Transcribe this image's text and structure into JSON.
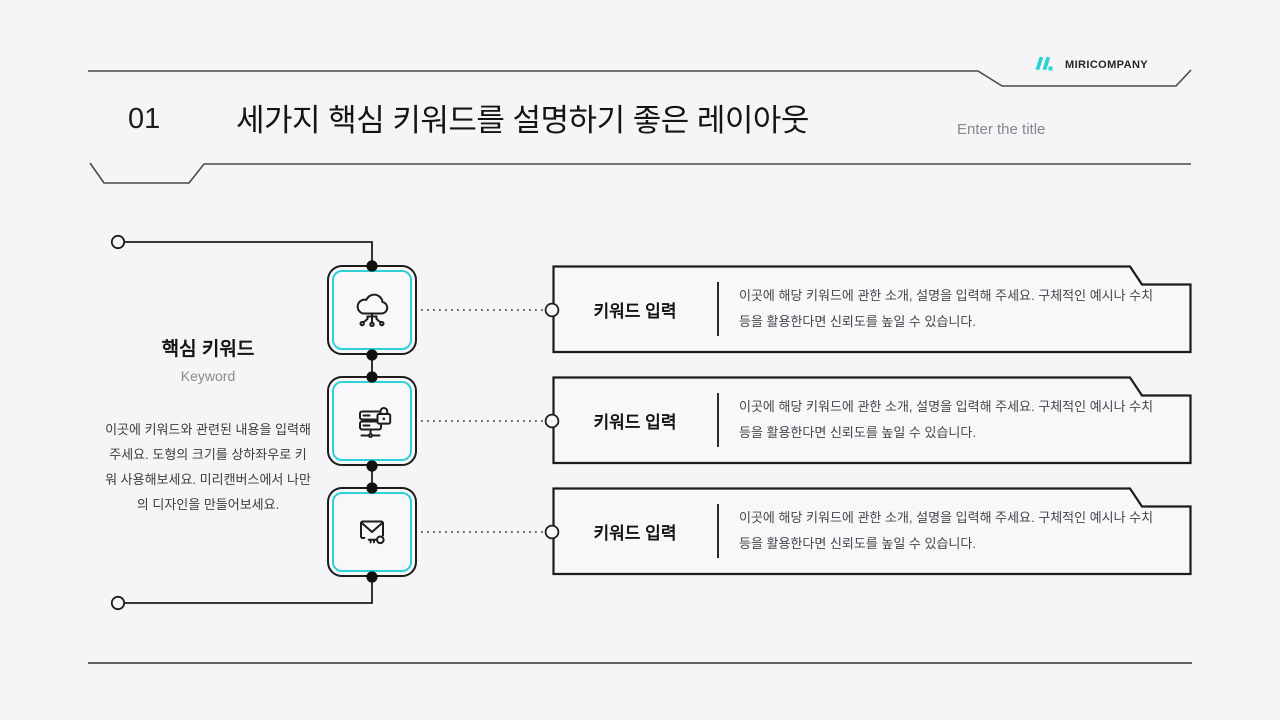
{
  "brand": {
    "name": "MIRICOMPANY",
    "logo_icon": "miricompany-logo-icon"
  },
  "header": {
    "number": "01",
    "title": "세가지 핵심 키워드를 설명하기 좋은 레이아웃",
    "placeholder": "Enter the title"
  },
  "left_panel": {
    "title": "핵심 키워드",
    "subtitle": "Keyword",
    "description": "이곳에 키워드와 관련된 내용을 입력해주세요. 도형의 크기를 상하좌우로 키워 사용해보세요. 미리캔버스에서 나만의 디자인을 만들어보세요."
  },
  "keywords": [
    {
      "icon": "cloud-network-icon",
      "title": "키워드 입력",
      "description": "이곳에 해당 키워드에 관한 소개, 설명을 입력해 주세요. 구체적인 예시나 수치 등을 활용한다면 신뢰도를 높일 수 있습니다."
    },
    {
      "icon": "secure-server-icon",
      "title": "키워드 입력",
      "description": "이곳에 해당 키워드에 관한 소개, 설명을 입력해 주세요. 구체적인 예시나 수치 등을 활용한다면 신뢰도를 높일 수 있습니다."
    },
    {
      "icon": "secure-mail-icon",
      "title": "키워드 입력",
      "description": "이곳에 해당 키워드에 관한 소개, 설명을 입력해 주세요. 구체적인 예시나 수치 등을 활용한다면 신뢰도를 높일 수 있습니다."
    }
  ],
  "colors": {
    "accent": "#2bd2d9",
    "line": "#2a2a2a",
    "background": "#f5f4f6",
    "box_fill": "#f8f7f9"
  }
}
